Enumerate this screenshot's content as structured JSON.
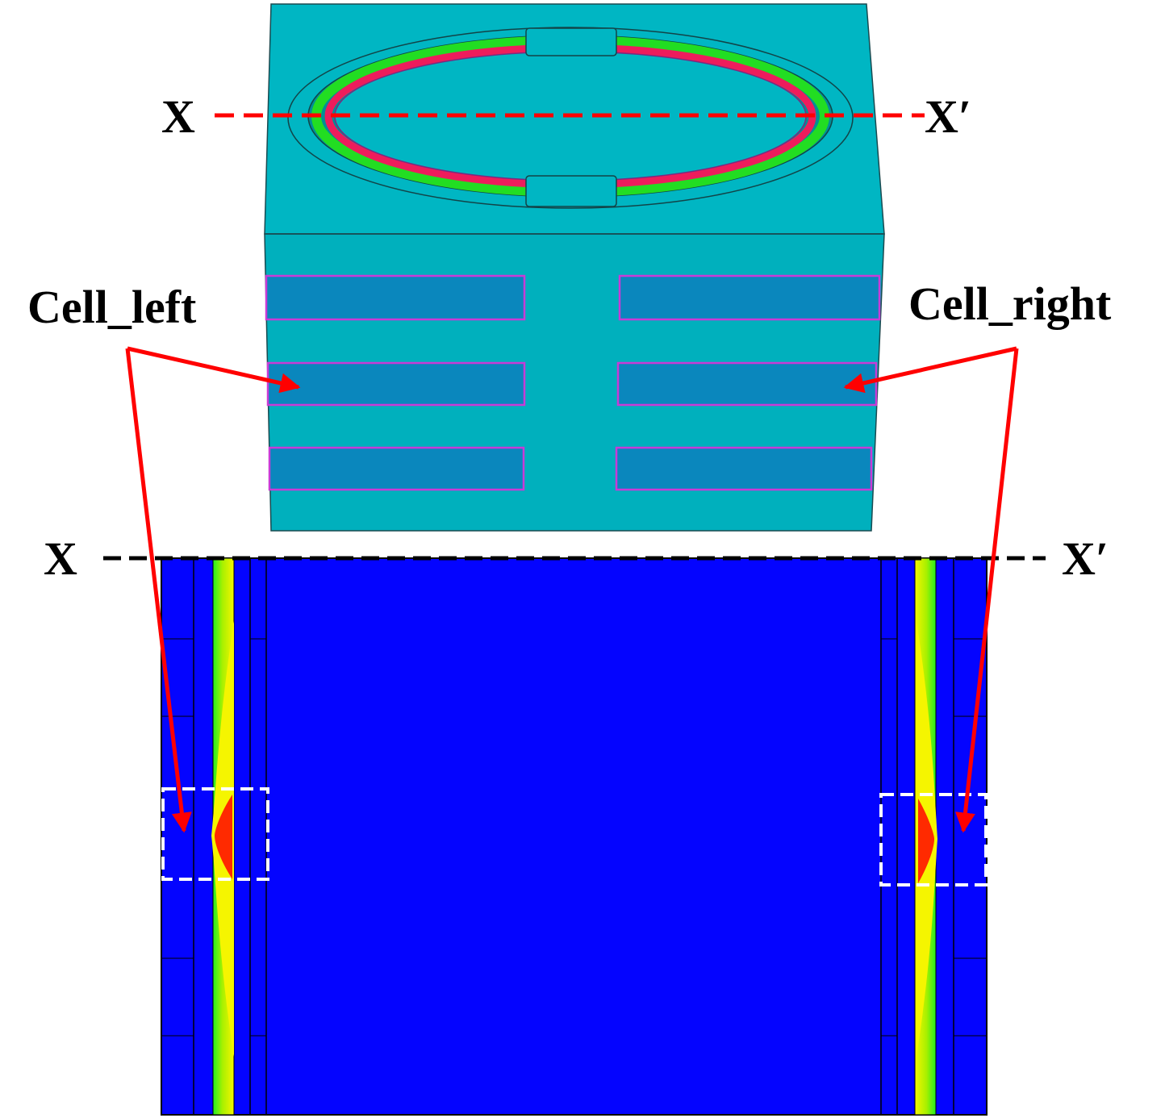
{
  "labels": {
    "section_top_left": "X",
    "section_top_right": "X′",
    "section_bottom_left": "X",
    "section_bottom_right": "X′",
    "cell_left": "Cell_left",
    "cell_right": "Cell_right"
  },
  "colors": {
    "block_face": "#00b4c1",
    "block_side": "#00aebb",
    "cell_face": "#0a87bd",
    "cell_edge": "#c93bd6",
    "ring_green": "#22dd22",
    "ring_red": "#ee1c5c",
    "section_blue": "#0404ff",
    "contour_green": "#22ee22",
    "contour_yellow": "#f5f500",
    "contour_red": "#ff2a00",
    "arrow_red": "#ff0000",
    "box_dash": "#ffffff"
  }
}
